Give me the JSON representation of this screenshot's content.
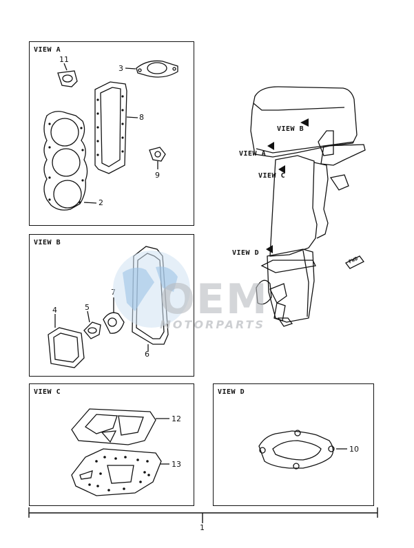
{
  "panels": {
    "view_a": {
      "title": "VIEW A"
    },
    "view_b": {
      "title": "VIEW B"
    },
    "view_c": {
      "title": "VIEW C"
    },
    "view_d": {
      "title": "VIEW D"
    }
  },
  "callouts": {
    "p1": "1",
    "p2": "2",
    "p3": "3",
    "p4": "4",
    "p5": "5",
    "p6": "6",
    "p7": "7",
    "p8": "8",
    "p9": "9",
    "p10": "10",
    "p11": "11",
    "p12": "12",
    "p13": "13"
  },
  "engine_labels": {
    "view_a": "VIEW A",
    "view_b": "VIEW B",
    "view_c": "VIEW C",
    "view_d": "VIEW D",
    "fwd": "FWD"
  },
  "watermark": {
    "brand": "OEM",
    "sub": "MOTORPARTS"
  },
  "colors": {
    "line": "#111111",
    "watermark_blue": "#9cc3e6",
    "watermark_grey": "#b9bcc0"
  }
}
